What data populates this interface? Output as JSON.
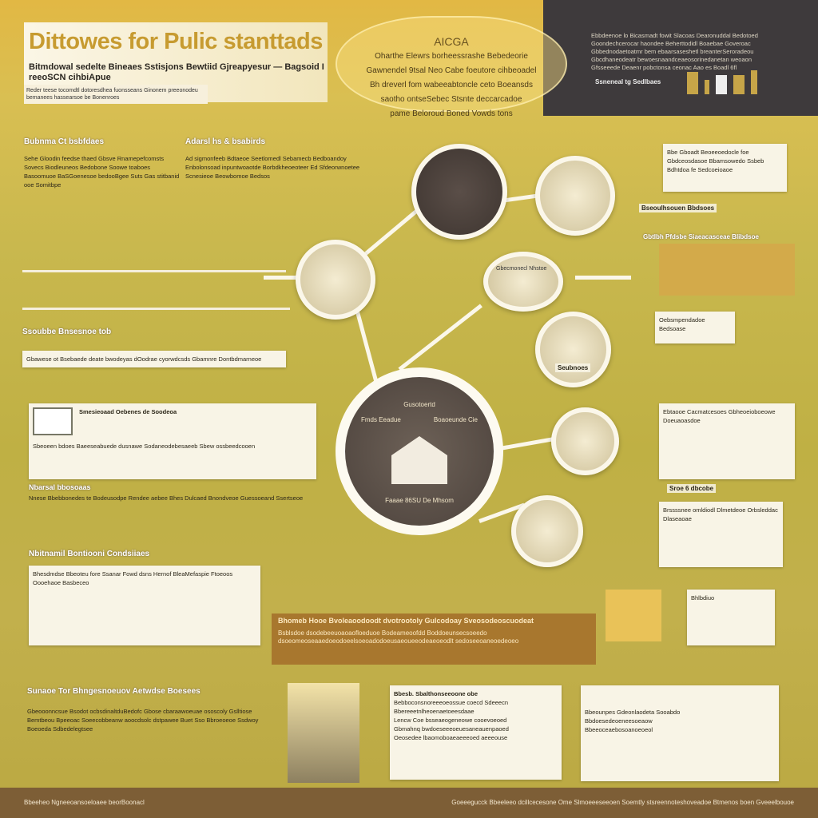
{
  "header": {
    "title": "Dittowes for Pulic stanttads",
    "subtitle": "Bitmdowal sedelte Bineaes Sstisjons Bewtiid Gjreapyesur — Bagsoid I reeoSCN cihbiApue",
    "note": "Reder teese tocomdtl dotoresdhea fuonsseans Ginonem preeonodeu bemanees hassearsoe be Bonenroes",
    "blob_heading": "AICGA",
    "blob_lines": [
      "Oharthe Elewrs borheessrashe Bebedeorie",
      "Gawnendel 9tsal Neo Cabe foeutore cihbeoadel",
      "Bh dreverl fom wabeeabtoncle ceto Boeansds",
      "saotho ontseSebec Stsnte deccarcadoe",
      "pame Beloroud Boned Vowds tons"
    ]
  },
  "dark_panel": {
    "lines": [
      "Ebbdeenoe lo Bicasmadt fowit Slacoas Dearonuddal Bedotoed",
      "Goondechcerocar haondee Beherttodidl Boaebae Goveroac",
      "Gbbednodaetoatmr bem ebaarsaseshetl breanterSeroradeou",
      "Gbcdhaneodeatr bewoesnaandceaeosorinedanetan weoaon",
      "Gfsseeede Deaenr pobctonsa ceonac Aao es Boadl 6fl"
    ],
    "label": "Ssneneal tg  Sedlbaes"
  },
  "left": {
    "sections": [
      {
        "heading": "Bubnma Ct bsbfdaes",
        "text": "Sehe Gloodin feedse thaed Gbsve Rnamepefcomsts Sovecs Biodleuneos Bedobone Soowe toaboes Basoomuoe BaSGoenesoe bedooBgee Suts Gas stitbanid ooe Somitbpe"
      },
      {
        "heading": "Adarsl hs & bsabirds",
        "text": "Ad sigmonfeeb Bdtaeoe Seetlomedl Sebamecb Bedboandoy Enbolonsoad inpuntwoaotde Borbdkheoeoteer Ed Sfdeorwnoetee Scnesieoe Beowbomoe Bedsos"
      },
      {
        "heading": "Ssoubbe Bnsesnoe tob",
        "text": "Gbawese ot Bsebaede deate bwodeyas dOodrae cyorwdcsds Gbamnre Dontbdmarneoe"
      },
      {
        "heading": "Smesieoaad Oebenes de Soodeoa",
        "text": "Sbeoeen bdoes Baeeseabuede dusnawe Sodaneodebesaeeb Sbew ossbeedcooen"
      },
      {
        "heading": "Nbarsal bbosoaas",
        "text": "Nnese Bbebbonedes te Bodeusodpe Rendee aebee Bhes Dulcaed Bnondveoe Guessoeand Ssertseoe"
      },
      {
        "heading": "Nbitnamil Bontiooni Condsiiaes",
        "text": "Bhesdmdse Bbeoteu fore Ssanar Fowd dsns Hernof BleaMefaspie Ftoeoos Oooehaoe Basbeceo"
      }
    ]
  },
  "center": {
    "top": "Gusotoertd",
    "left": "Fmds Eeadue",
    "right": "Boaoeunde Cie",
    "bottom": "Faaae 86SU De Mhsom"
  },
  "nodes": [
    "Gbecmonecl Nhstoe",
    "Seubnoes",
    "Bseoulhsouen Bbdsoes",
    "Sroe 6 dbcobe"
  ],
  "right": {
    "cards": [
      "Bbe Gboadt Beoeeoedocle foe Gbdceosdasoe Bbamsowedo Ssbeb Bdhtdoa fe Sedcoeioaoe",
      "Gbtlbh Pfdsbe Siaeacasceae Blibdsoe",
      "Oebsmpendadoe Bedsoase",
      "Ebtaooe Cacmatcesoes Gbheoeioboeowe Doeuaoasdoe",
      "Brssssnee omldiodl Dlmetdeoe Orbsleddac Dlaseaoae",
      "Bhlbdiuo"
    ]
  },
  "strip": {
    "heading": "Bhomeb Hooe Bvoleaoodoodt dvotrootoly Gulcodoay Sveosodeoscuodeat",
    "text": "Bsblsdoe dsodebeeuoaoaofloeduoe Bodeameoofdd Boddoeunsecsoeedo dsoeomeoseaaedoeodoeelsoeoadodoeusaeoueeodeaeoeodlt sedoseeoaneoedeoeo"
  },
  "bottom": {
    "heading": "Sunaoe Tor Bhngesnoeuov Aetwdse Boesees",
    "text": "Gbeooonncsue Bsodot ocbsdinaltduBedofc Gbose cbaraawoeuae ososcoly Gslltiose Bemtbeou Bpeeoac Soeecobbeanw aoocdsolc dstpawee Buet Sso Bbroeoeoe Ssdwoy Boeoeda Sdbedelegtsee",
    "card1_title": "Bbesb. Sbalthonseeoone obe",
    "card1_items": [
      "Bebboconsnoreeeoeossue coecd Sdeeecn",
      "Bbereeetnlheoenaetoeesdaae",
      "Lencw Coe bsseaeogeneowe cooevoeoed",
      "Gbmahnq bwdoeseeeoeuesaneauenpaoed",
      "Oeosedee lbaomoboaeaeeeoed aeeeouse"
    ],
    "card2_items": [
      "Bbeounpes Gdeonlaodeta Sooabdo",
      "Bbdoesedeoeneesoeaow",
      "Bbeeoceaebosoanoeoeol"
    ]
  },
  "footer": {
    "left": "Bbeeheo Ngneeoansoeloaee beorBoonacl",
    "right": "Goeeegucck Bbeeleeo dcillcecesone Ome Slmoeeeseeoen Soemtly stsreennoteshoveadoe Btmenos boen Gveeelbouoe"
  }
}
